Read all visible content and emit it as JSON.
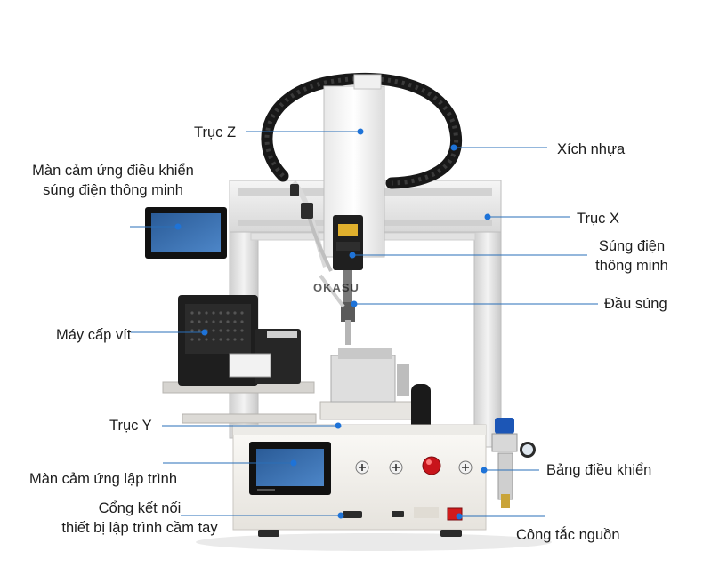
{
  "callouts": {
    "truc_z": "Trục Z",
    "xich_nhua": "Xích nhựa",
    "man_hinh_line1": "Màn cảm ứng điều khiển",
    "man_hinh_line2": "súng điện thông minh",
    "truc_x": "Trục X",
    "sung_dien_line1": "Súng điện",
    "sung_dien_line2": "thông minh",
    "dau_sung": "Đầu súng",
    "may_cap_vit": "Máy cấp vít",
    "truc_y": "Trục Y",
    "bang_dieu_khien": "Bảng điều khiển",
    "man_lap_trinh": "Màn cảm ứng lập trình",
    "cong_ket_noi_line1": "Cổng kết nối",
    "cong_ket_noi_line2": "thiết bị lập trình cầm tay",
    "cong_tac_nguon": "Công tắc nguồn"
  },
  "watermark": "OKASU",
  "colors": {
    "dot": "#1e73d8",
    "leader": "#2a6fb8",
    "frame": "#e6e6e6",
    "body": "#f4f2ee",
    "dark": "#1f1f1f"
  }
}
